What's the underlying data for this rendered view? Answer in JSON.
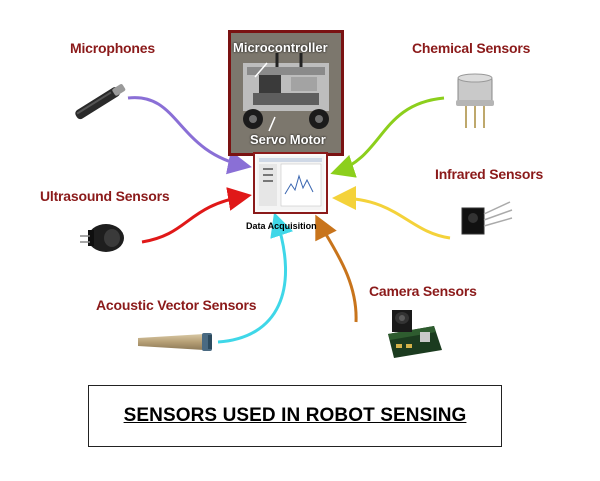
{
  "title": "SENSORS USED IN ROBOT SENSING",
  "center": {
    "microcontroller_label": "Microcontroller",
    "servo_label": "Servo Motor",
    "daq_label": "Data Acquisition"
  },
  "sensors": {
    "microphones": "Microphones",
    "ultrasound": "Ultrasound Sensors",
    "acoustic_vector": "Acoustic Vector Sensors",
    "chemical": "Chemical Sensors",
    "infrared": "Infrared Sensors",
    "camera": "Camera Sensors"
  },
  "colors": {
    "label_text": "#8b1a1a",
    "frame_border": "#7a1212",
    "arrow_microphones": "#8a6fd6",
    "arrow_ultrasound": "#e01818",
    "arrow_acoustic": "#3fd7e8",
    "arrow_chemical": "#8ccf1c",
    "arrow_infrared": "#f4d23a",
    "arrow_camera": "#c8741c"
  }
}
